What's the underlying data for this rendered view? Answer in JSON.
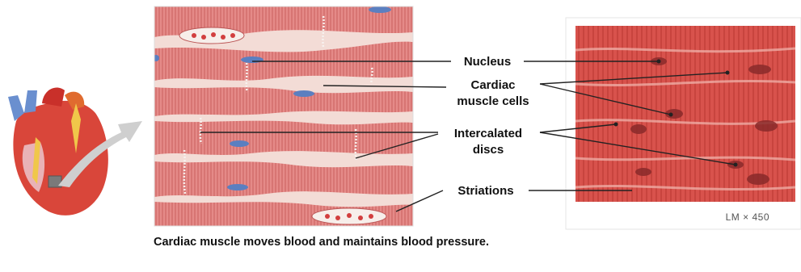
{
  "labels": {
    "nucleus": "Nucleus",
    "cardiac_line1": "Cardiac",
    "cardiac_line2": "muscle cells",
    "intercalated_line1": "Intercalated",
    "intercalated_line2": "discs",
    "striations": "Striations"
  },
  "magnification": "LM × 450",
  "caption": "Cardiac muscle moves blood and maintains blood pressure.",
  "colors": {
    "muscle": "#e58a88",
    "muscle_dark": "#c9605e",
    "micro_bg": "#d8524c",
    "nucleus_blue": "#5b7fc0",
    "heart_red": "#d9463a",
    "arrow_gray": "#cfcfcf"
  }
}
